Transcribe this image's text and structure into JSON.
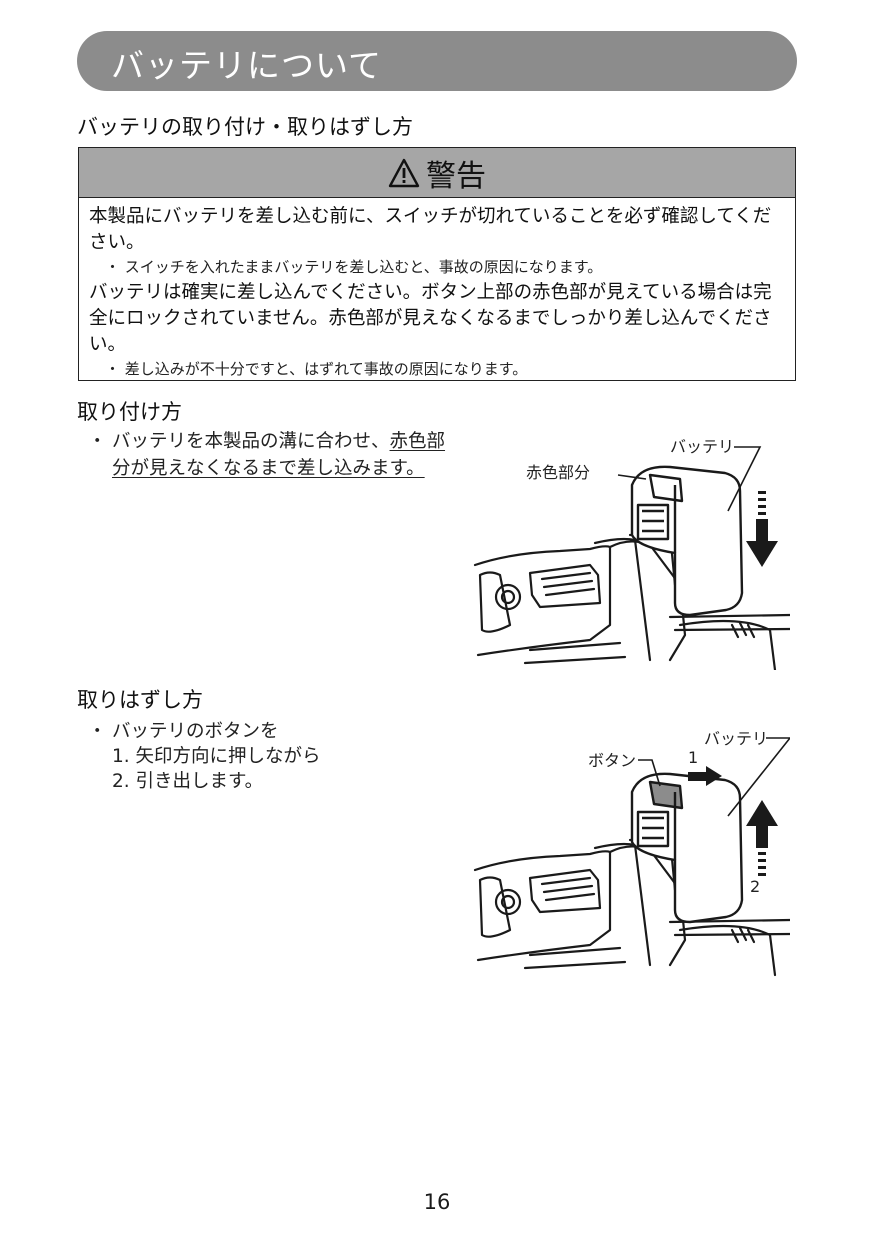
{
  "header": {
    "title": "バッテリについて"
  },
  "section": {
    "title": "バッテリの取り付け・取りはずし方"
  },
  "warning": {
    "heading": "警告",
    "item1_main": "本製品にバッテリを差し込む前に、スイッチが切れていることを必ず確認してください。",
    "item1_note": "・ スイッチを入れたままバッテリを差し込むと、事故の原因になります。",
    "item2_main": "バッテリは確実に差し込んでください。ボタン上部の赤色部が見えている場合は完全にロックされていません。赤色部が見えなくなるまでしっかり差し込んでください。",
    "item2_note": "・ 差し込みが不十分ですと、はずれて事故の原因になります。"
  },
  "install": {
    "title": "取り付け方",
    "bullet": "・",
    "text_plain": "バッテリを本製品の溝に合わせ、",
    "text_underlined": "赤色部分が見えなくなるまで差し込みます。",
    "figure_labels": {
      "battery": "バッテリ",
      "red_part": "赤色部分"
    }
  },
  "removal": {
    "title": "取りはずし方",
    "bullet": "・",
    "intro": "バッテリのボタンを",
    "step1": "1. 矢印方向に押しながら",
    "step2": "2. 引き出します。",
    "figure_labels": {
      "battery": "バッテリ",
      "button": "ボタン",
      "num1": "1",
      "num2": "2"
    }
  },
  "footer": {
    "page_number": "16"
  },
  "colors": {
    "title_bar": "#8c8c8c",
    "warning_header": "#a6a6a6",
    "text": "#1a1a1a"
  }
}
